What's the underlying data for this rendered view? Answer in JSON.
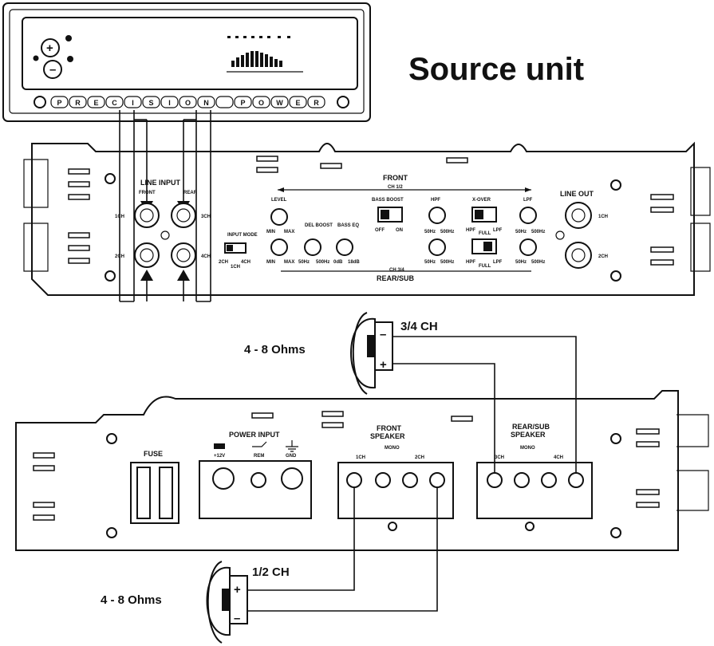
{
  "title": "Source unit",
  "source_unit": {
    "buttons": [
      "P",
      "R",
      "E",
      "C",
      "I",
      "S",
      "I",
      "O",
      "N",
      "",
      "P",
      "O",
      "W",
      "E",
      "R"
    ]
  },
  "amp_top": {
    "line_input_label": "LINE INPUT",
    "line_input_front": "FRONT",
    "line_input_rear": "REAR",
    "ch1": "1CH",
    "ch2": "2CH",
    "ch3": "3CH",
    "ch4": "4CH",
    "input_mode": "INPUT MODE",
    "input_mode_opts": [
      "2CH",
      "1CH",
      "4CH"
    ],
    "front": "FRONT",
    "front_sub": "CH 1/2",
    "rear_sub": "REAR/SUB",
    "rear_sub_sub": "CH 3/4",
    "level": "LEVEL",
    "level_range": [
      "MIN",
      "MAX"
    ],
    "bass_boost": "BASS BOOST",
    "bass_boost_opts": [
      "OFF",
      "ON"
    ],
    "hpf": "HPF",
    "hpf_range": [
      "50Hz",
      "500Hz"
    ],
    "xover": "X-OVER",
    "xover_opts": [
      "HPF",
      "FULL",
      "LPF"
    ],
    "lpf": "LPF",
    "lpf_range": [
      "50Hz",
      "500Hz"
    ],
    "del_boost": "DEL BOOST",
    "del_range": [
      "50Hz",
      "500Hz"
    ],
    "bass_eq": "BASS EQ",
    "bass_eq_range": [
      "0dB",
      "18dB"
    ],
    "line_out": "LINE OUT",
    "line_out_1": "1CH",
    "line_out_2": "2CH"
  },
  "speaker_34": {
    "label": "3/4 CH",
    "impedance": "4 - 8 Ohms",
    "minus": "–",
    "plus": "+"
  },
  "speaker_12": {
    "label": "1/2 CH",
    "impedance": "4 - 8 Ohms",
    "minus": "–",
    "plus": "+"
  },
  "amp_bottom": {
    "fuse": "FUSE",
    "power_input": "POWER INPUT",
    "power_terms": [
      "+12V",
      "REM",
      "GND"
    ],
    "front_speaker": "FRONT",
    "front_speaker_2": "SPEAKER",
    "rear_speaker": "REAR/SUB",
    "rear_speaker_2": "SPEAKER",
    "front_terms": [
      "1CH",
      "2CH"
    ],
    "rear_terms": [
      "3CH",
      "4CH"
    ],
    "mono": "MONO"
  }
}
